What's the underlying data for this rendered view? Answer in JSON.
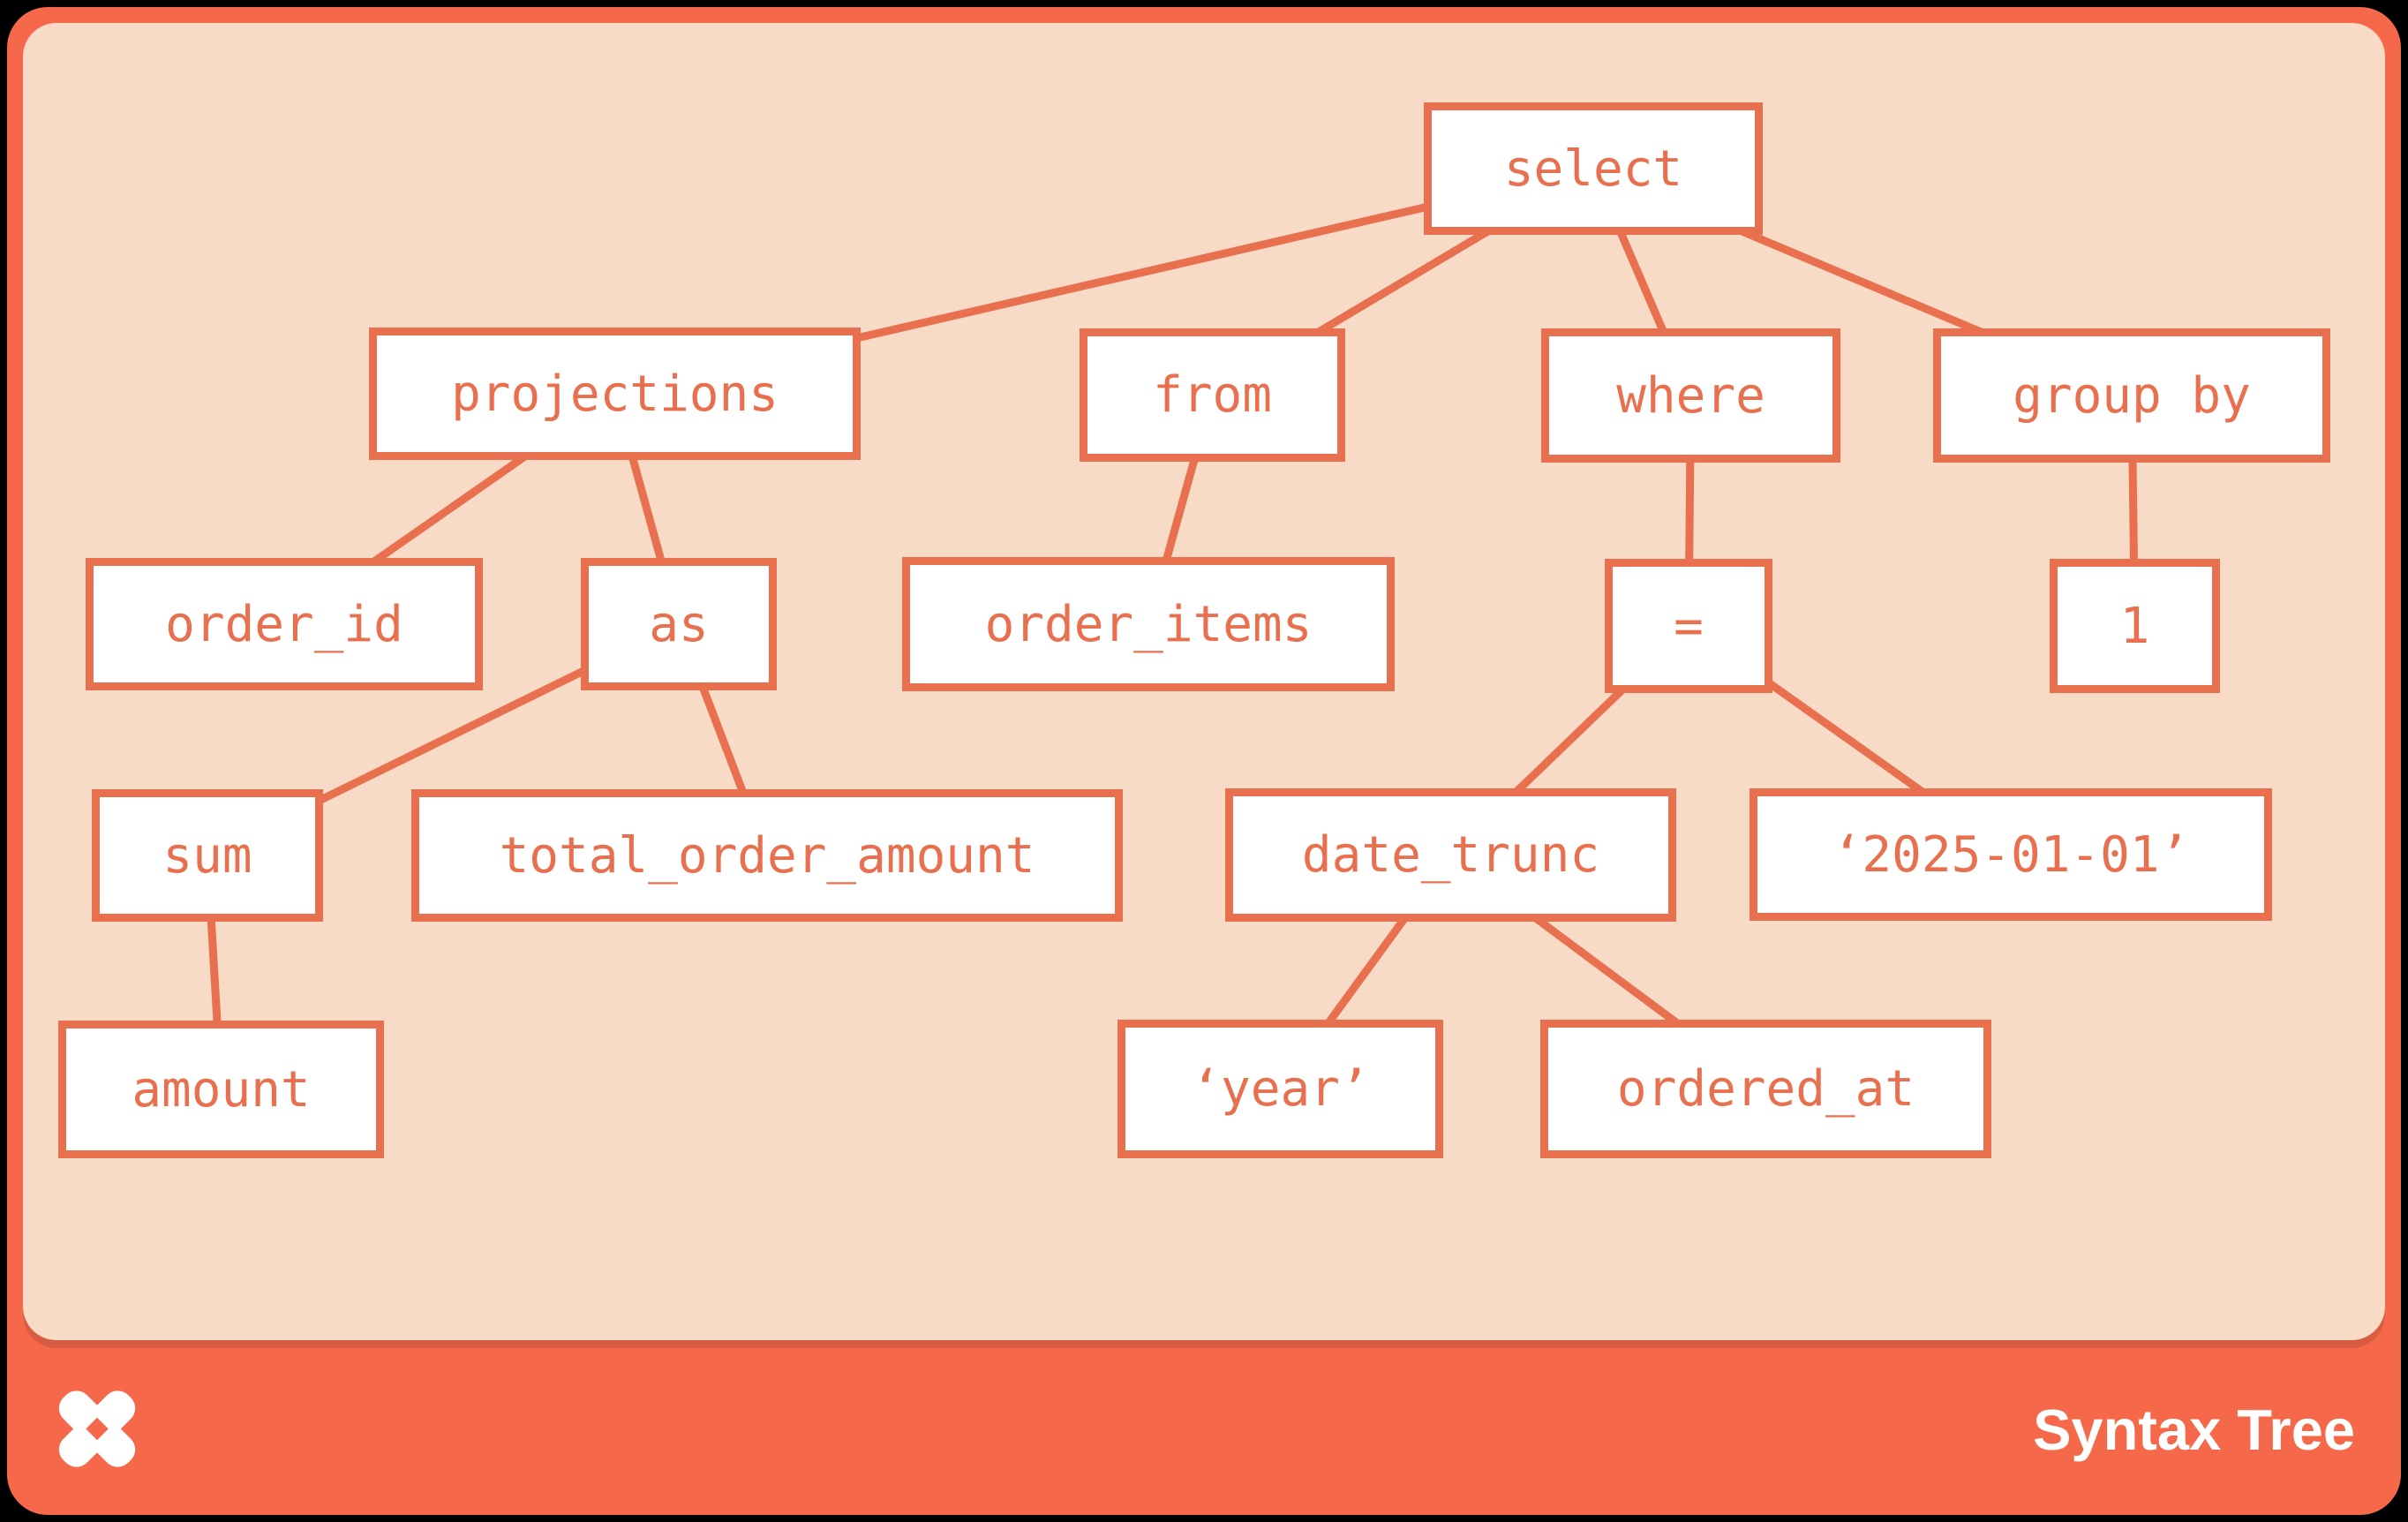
{
  "title": "Syntax Tree",
  "colors": {
    "background": "#000000",
    "frame_orange": "#F5694A",
    "panel_peach": "#F8DBC6",
    "node_fill": "#FFFFFF",
    "stroke_orange": "#E8704F",
    "footer_text": "#FFFFFF"
  },
  "diagram": {
    "type": "syntax-tree",
    "nodes": [
      {
        "id": "select",
        "label": "select"
      },
      {
        "id": "projections",
        "label": "projections"
      },
      {
        "id": "from",
        "label": "from"
      },
      {
        "id": "where",
        "label": "where"
      },
      {
        "id": "group_by",
        "label": "group by"
      },
      {
        "id": "order_id",
        "label": "order_id"
      },
      {
        "id": "as",
        "label": "as"
      },
      {
        "id": "order_items",
        "label": "order_items"
      },
      {
        "id": "eq",
        "label": "="
      },
      {
        "id": "one",
        "label": "1"
      },
      {
        "id": "sum",
        "label": "sum"
      },
      {
        "id": "total_order_amount",
        "label": "total_order_amount"
      },
      {
        "id": "date_trunc",
        "label": "date_trunc"
      },
      {
        "id": "date_literal",
        "label": "‘2025-01-01’"
      },
      {
        "id": "amount",
        "label": "amount"
      },
      {
        "id": "year_literal",
        "label": "‘year’"
      },
      {
        "id": "ordered_at",
        "label": "ordered_at"
      }
    ],
    "edges": [
      [
        "select",
        "projections"
      ],
      [
        "select",
        "from"
      ],
      [
        "select",
        "where"
      ],
      [
        "select",
        "group_by"
      ],
      [
        "projections",
        "order_id"
      ],
      [
        "projections",
        "as"
      ],
      [
        "from",
        "order_items"
      ],
      [
        "where",
        "eq"
      ],
      [
        "group_by",
        "one"
      ],
      [
        "as",
        "sum"
      ],
      [
        "as",
        "total_order_amount"
      ],
      [
        "eq",
        "date_trunc"
      ],
      [
        "eq",
        "date_literal"
      ],
      [
        "sum",
        "amount"
      ],
      [
        "date_trunc",
        "year_literal"
      ],
      [
        "date_trunc",
        "ordered_at"
      ]
    ]
  },
  "footer": {
    "logo": "dbt-logo",
    "brand_label": "Syntax Tree"
  }
}
